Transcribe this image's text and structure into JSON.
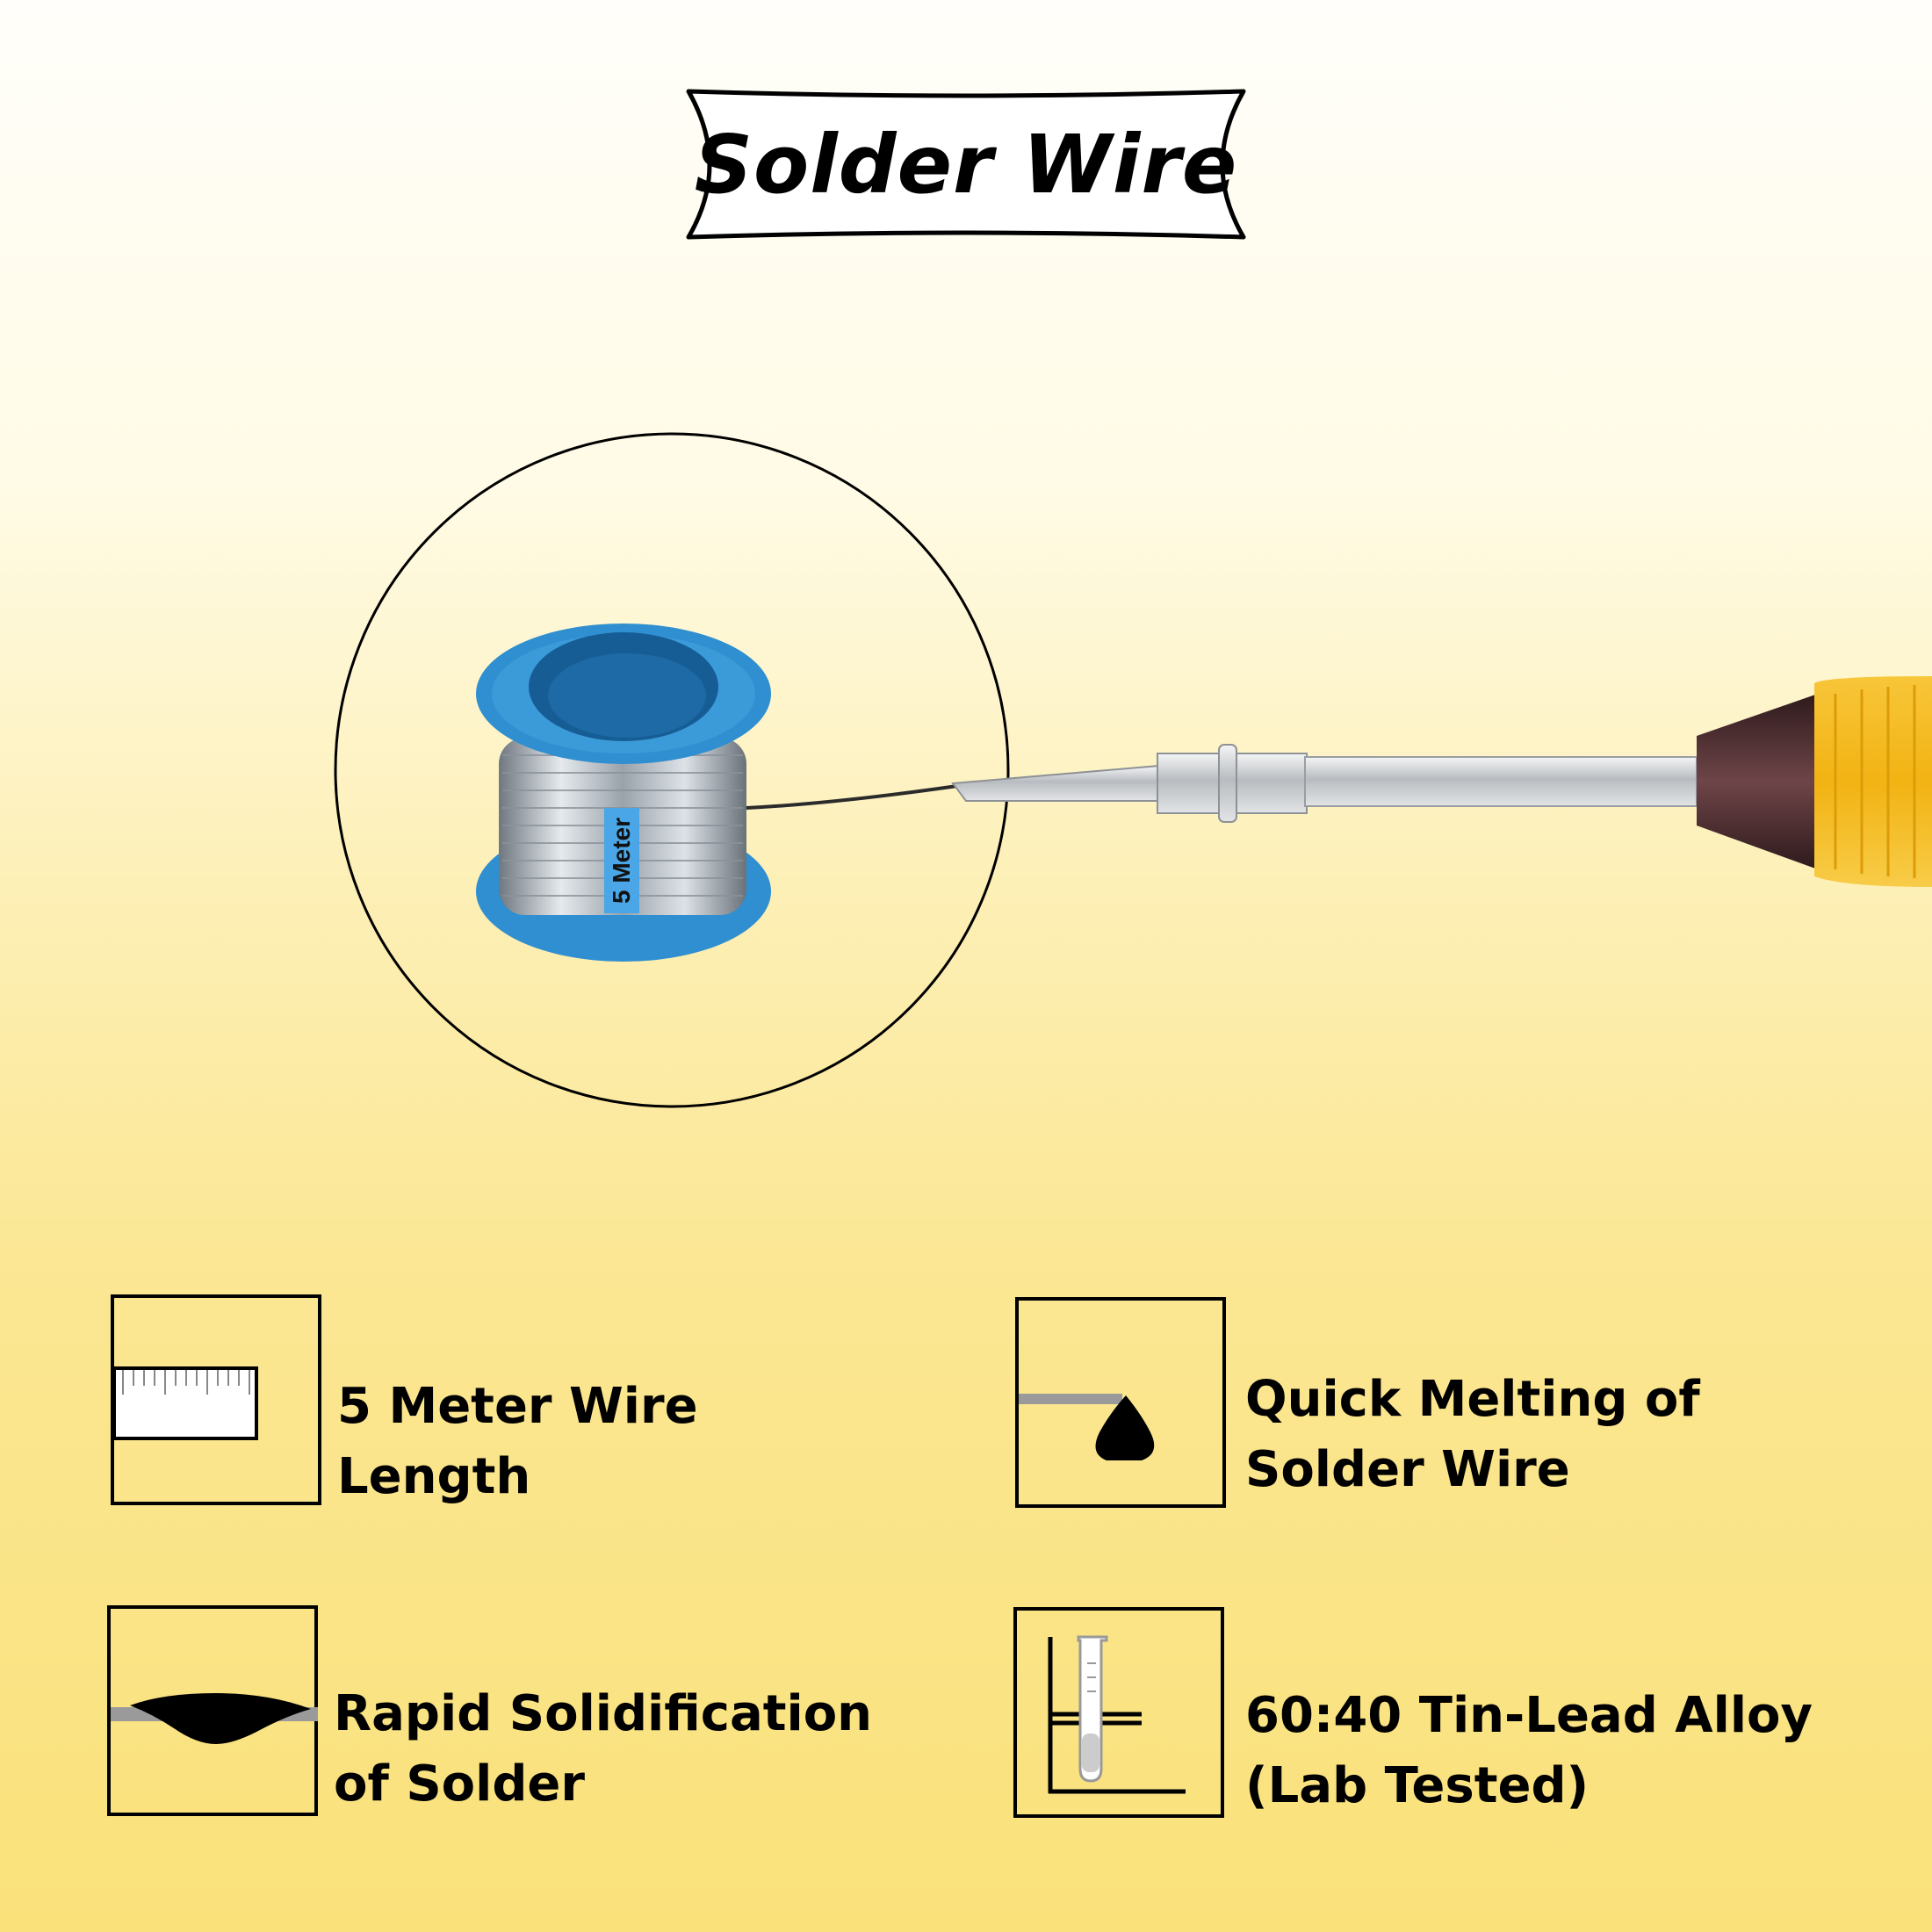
{
  "banner": {
    "title": "Solder Wire"
  },
  "spool": {
    "label": "5 Meter"
  },
  "features": [
    {
      "icon": "ruler-icon",
      "text": "5 Meter Wire Length"
    },
    {
      "icon": "melting-drop-icon",
      "text": "Quick Melting of Solder Wire"
    },
    {
      "icon": "solidified-solder-icon",
      "text": "Rapid Solidification of Solder"
    },
    {
      "icon": "test-tube-icon",
      "text": "60:40 Tin-Lead Alloy (Lab Tested)"
    }
  ],
  "colors": {
    "background_top": "#fffefa",
    "background_bottom": "#fae17a",
    "spool_blue": "#2f8fd0",
    "label_blue": "#4aa6e6",
    "handle_yellow": "#f5b81a",
    "collar_brown": "#4a2a2c"
  }
}
